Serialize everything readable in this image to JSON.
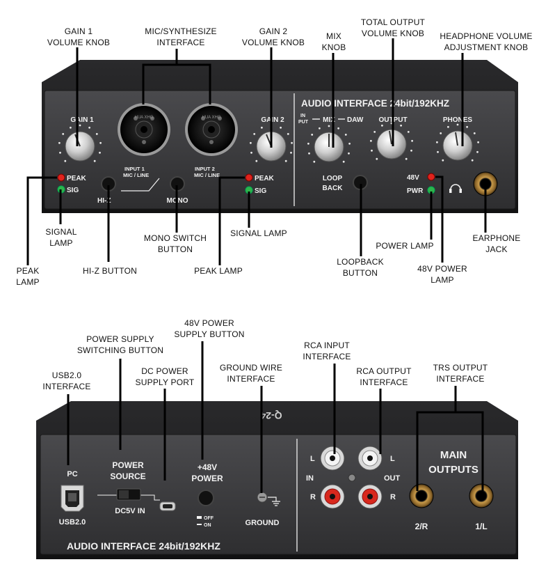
{
  "front": {
    "header": "AUDIO INTERFACE 24bit/192KHZ",
    "gain1": "GAIN 1",
    "gain2": "GAIN 2",
    "in_put": [
      "IN",
      "PUT"
    ],
    "mix_label": "MIX",
    "daw": "DAW",
    "output": "OUTPUT",
    "phones": "PHONES",
    "peak": "PEAK",
    "sig": "SIG",
    "hiz": "HI-Z",
    "mono": "MONO",
    "input1": [
      "INPUT 1",
      "MIC / LINE"
    ],
    "input2": [
      "INPUT 2",
      "MIC / LINE"
    ],
    "loop_back": [
      "LOOP",
      "BACK"
    ],
    "v48": "48V",
    "pwr": "PWR",
    "combo_marking": "HUA XHG"
  },
  "back": {
    "model_text": "Q-24",
    "pc": "PC",
    "usb": "USB2.0",
    "power_source": [
      "POWER",
      "SOURCE"
    ],
    "dc5v": "DC5V IN",
    "power48": [
      "+48V",
      "POWER"
    ],
    "off": "OFF",
    "on": "ON",
    "ground": "GROUND",
    "rca_l": "L",
    "rca_r": "R",
    "in": "IN",
    "out": "OUT",
    "main_outputs": [
      "MAIN",
      "OUTPUTS"
    ],
    "r2": "2/R",
    "l1": "1/L",
    "footer": "AUDIO INTERFACE 24bit/192KHZ"
  },
  "callouts": {
    "gain1_knob": [
      "GAIN 1",
      "VOLUME KNOB"
    ],
    "mic_interface": [
      "MIC/SYNTHESIZE",
      "INTERFACE"
    ],
    "gain2_knob": [
      "GAIN 2",
      "VOLUME KNOB"
    ],
    "mix_knob": [
      "MIX",
      "KNOB"
    ],
    "total_output": [
      "TOTAL OUTPUT",
      "VOLUME KNOB"
    ],
    "headphone_volume": [
      "HEADPHONE VOLUME",
      "ADJUSTMENT KNOB"
    ],
    "signal_lamp_left": [
      "SIGNAL",
      "LAMP"
    ],
    "peak_lamp_left": [
      "PEAK",
      "LAMP"
    ],
    "hiz_button": [
      "HI-Z BUTTON"
    ],
    "mono_switch": [
      "MONO SWITCH",
      "BUTTON"
    ],
    "signal_lamp_right": [
      "SIGNAL LAMP"
    ],
    "peak_lamp_right": [
      "PEAK LAMP"
    ],
    "loopback_button": [
      "LOOPBACK",
      "BUTTON"
    ],
    "power_lamp": [
      "POWER LAMP"
    ],
    "v48_lamp": [
      "48V POWER",
      "LAMP"
    ],
    "earphone_jack": [
      "EARPHONE",
      "JACK"
    ],
    "usb_interface": [
      "USB2.0",
      "INTERFACE"
    ],
    "power_switch": [
      "POWER SUPPLY",
      "SWITCHING BUTTON"
    ],
    "dc_port": [
      "DC POWER",
      "SUPPLY PORT"
    ],
    "v48_button": [
      "48V POWER",
      "SUPPLY BUTTON"
    ],
    "ground_wire": [
      "GROUND WIRE",
      "INTERFACE"
    ],
    "rca_input": [
      "RCA INPUT",
      "INTERFACE"
    ],
    "rca_output": [
      "RCA OUTPUT",
      "INTERFACE"
    ],
    "trs_output": [
      "TRS OUTPUT",
      "INTERFACE"
    ]
  },
  "colors": {
    "panel": "#3a3a3c",
    "panel_dark": "#1c1c1d",
    "panel_text": "#f2f2f2",
    "led_red": "#e0231c",
    "led_green": "#2fb44a",
    "rca_red": "#d8281d",
    "rca_white": "#f4f4f4",
    "gold": "#c89a4a",
    "line": "#000000"
  },
  "icons": [
    "headphones-icon",
    "usb-b-port-icon",
    "ground-symbol-icon",
    "micro-usb-port-icon"
  ]
}
